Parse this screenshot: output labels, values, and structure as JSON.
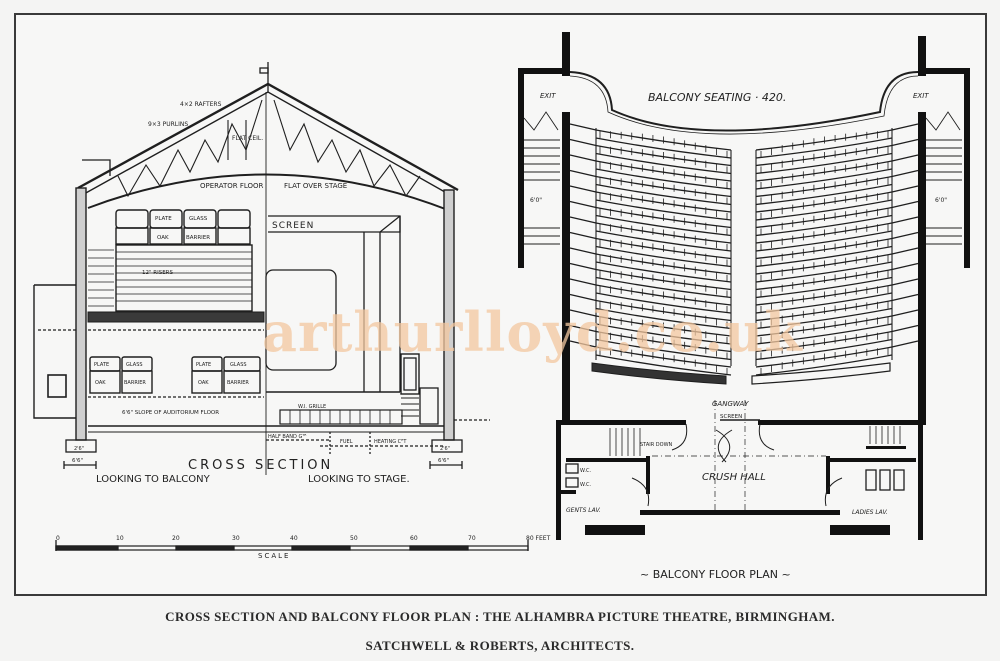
{
  "caption": {
    "main": "CROSS SECTION AND BALCONY FLOOR PLAN : THE ALHAMBRA PICTURE THEATRE, BIRMINGHAM.",
    "sub": "SATCHWELL & ROBERTS, ARCHITECTS."
  },
  "watermark": "arthurlloyd.co.uk",
  "cross_section": {
    "title": "CROSS SECTION",
    "left_view": "LOOKING TO BALCONY",
    "right_view": "LOOKING TO STAGE.",
    "labels": {
      "rafters": "4×2 RAFTERS",
      "purlins": "9×3 PURLINS",
      "flat_ceiling": "FLAT CEIL.",
      "operator_floor": "OPERATOR FLOOR",
      "flat_over_stage": "FLAT OVER STAGE",
      "screen": "SCREEN",
      "plate": "PLATE",
      "glass": "GLASS",
      "oak": "OAK",
      "barrier": "BARRIER",
      "risers": "12\" RISERS",
      "slope": "6'6\" SLOPE OF AUDITORIUM FLOOR",
      "wi_grille": "W.I. GRILLE",
      "half_band": "HALF BAND Gᵀᴿ",
      "fuel": "FUEL",
      "heating": "HEATING CᴿT",
      "footing_left": "2'6\"",
      "footing_right": "2'6\"",
      "dim_left": "6'6\"",
      "dim_right": "6'6\""
    }
  },
  "scale_bar": {
    "label": "SCALE",
    "ticks": [
      "0",
      "10",
      "20",
      "30",
      "40",
      "50",
      "60",
      "70",
      "80 FEET"
    ]
  },
  "floor_plan": {
    "title": "~ BALCONY FLOOR PLAN ~",
    "seating_label": "BALCONY SEATING · 420.",
    "exit_left": "EXIT",
    "exit_right": "EXIT",
    "stair_width_left": "6'0\"",
    "stair_width_right": "6'0\"",
    "gangway": "GANGWAY",
    "screen": "SCREEN",
    "crush_hall": "CRUSH HALL",
    "stairs_down": "STAIR DOWN",
    "wc_1": "W.C.",
    "wc_2": "W.C.",
    "gents_lav": "GENTS LAV.",
    "ladies_lav": "LADIES LAV.",
    "row_count": 15
  },
  "colors": {
    "ink": "#1a1a1a",
    "paper": "#f7f7f6",
    "watermark": "#f3c8a0"
  }
}
